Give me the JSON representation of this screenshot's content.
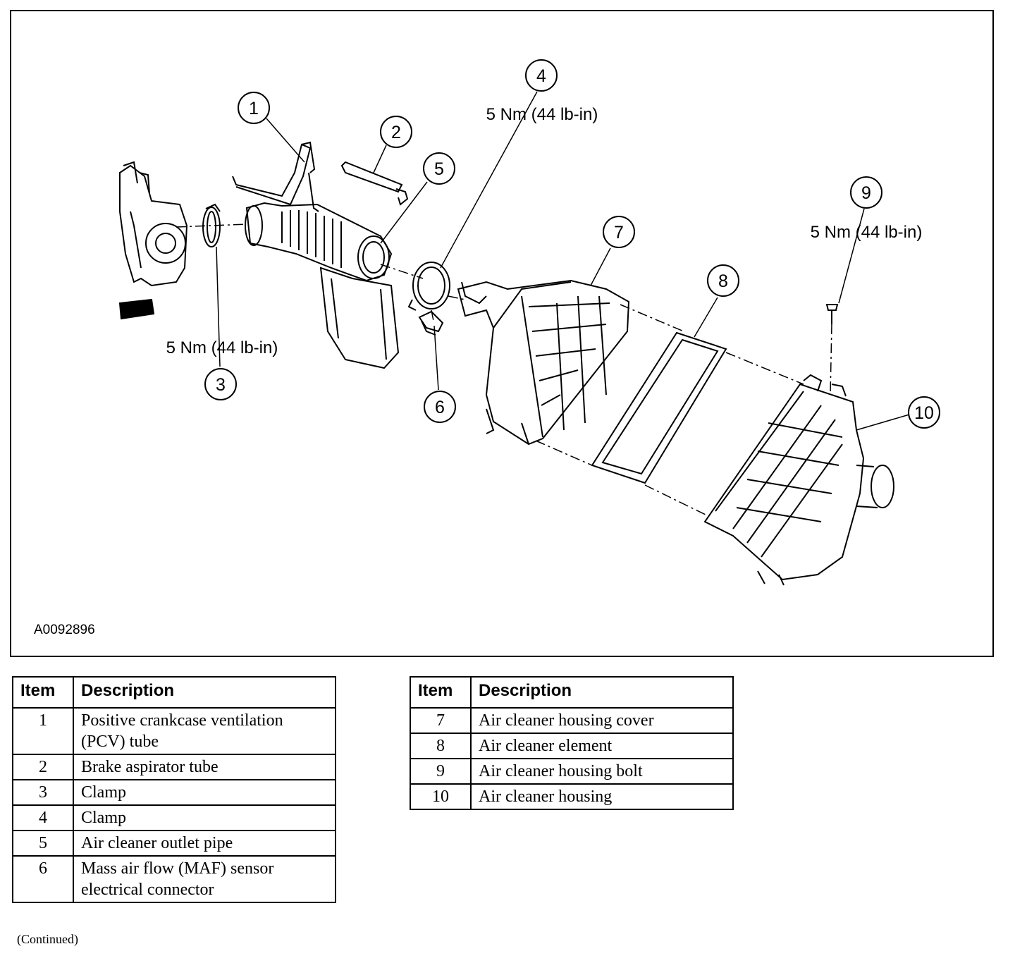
{
  "figure": {
    "id": "A0092896",
    "callouts": [
      {
        "num": "1"
      },
      {
        "num": "2"
      },
      {
        "num": "3",
        "torque": "5 Nm (44 lb-in)"
      },
      {
        "num": "4",
        "torque": "5 Nm (44 lb-in)"
      },
      {
        "num": "5"
      },
      {
        "num": "6"
      },
      {
        "num": "7"
      },
      {
        "num": "8"
      },
      {
        "num": "9",
        "torque": "5 Nm (44 lb-in)"
      },
      {
        "num": "10"
      }
    ]
  },
  "legend_left": {
    "headers": [
      "Item",
      "Description"
    ],
    "rows": [
      {
        "item": "1",
        "desc": "Positive crankcase ventilation (PCV) tube"
      },
      {
        "item": "2",
        "desc": "Brake aspirator tube"
      },
      {
        "item": "3",
        "desc": "Clamp"
      },
      {
        "item": "4",
        "desc": "Clamp"
      },
      {
        "item": "5",
        "desc": "Air cleaner outlet pipe"
      },
      {
        "item": "6",
        "desc": "Mass air flow (MAF) sensor electrical connector"
      }
    ]
  },
  "legend_right": {
    "headers": [
      "Item",
      "Description"
    ],
    "rows": [
      {
        "item": "7",
        "desc": "Air cleaner housing cover"
      },
      {
        "item": "8",
        "desc": "Air cleaner element"
      },
      {
        "item": "9",
        "desc": "Air cleaner housing bolt"
      },
      {
        "item": "10",
        "desc": "Air cleaner housing"
      }
    ]
  },
  "footer": {
    "continued": "(Continued)"
  }
}
